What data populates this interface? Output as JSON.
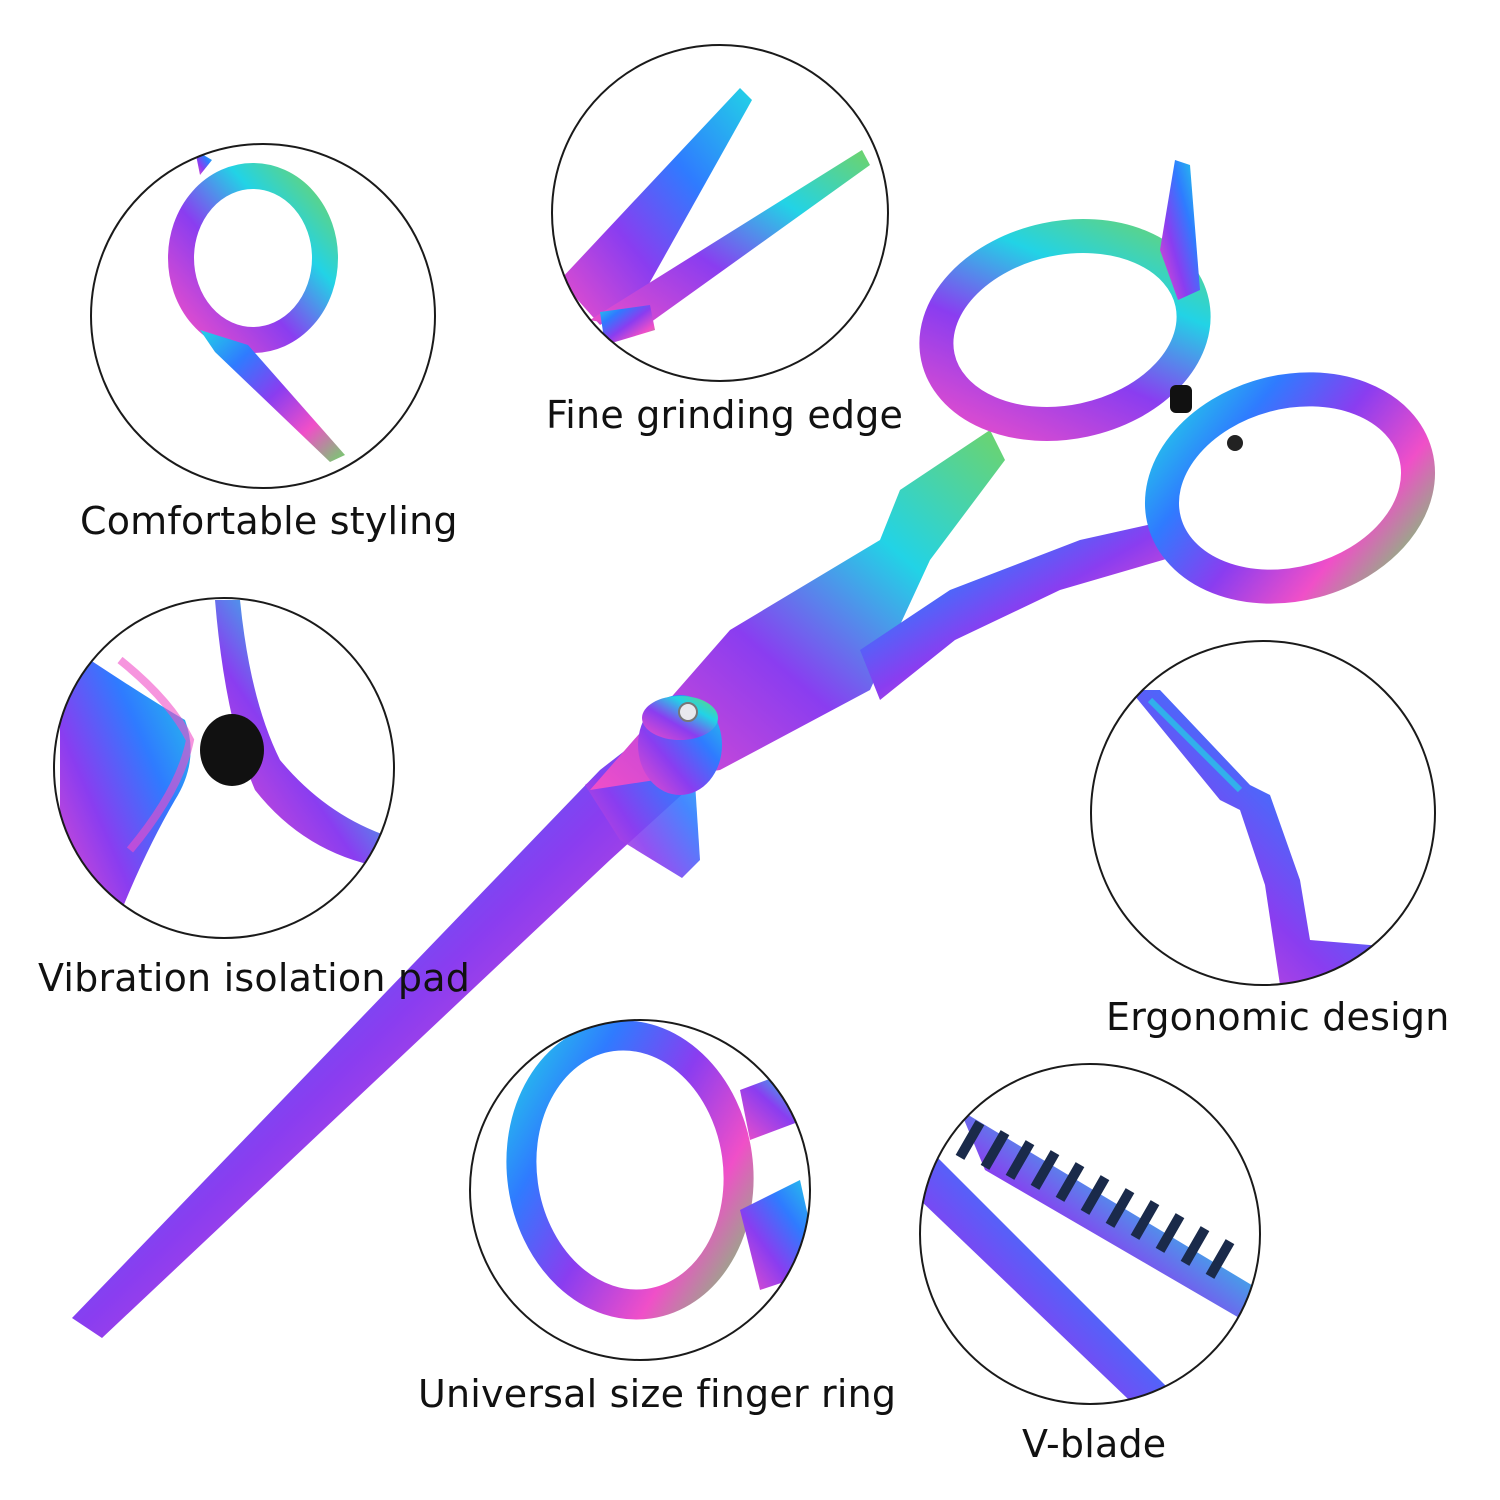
{
  "callouts": {
    "fine_grinding_edge": "Fine grinding edge",
    "comfortable_styling": "Comfortable styling",
    "vibration_isolation_pad": "Vibration isolation pad",
    "ergonomic_design": "Ergonomic design",
    "universal_size_finger_ring": "Universal size finger ring",
    "v_blade": "V-blade"
  },
  "colors": {
    "background": "#ffffff",
    "circle_stroke": "#1a1a1a",
    "text": "#111111",
    "finish_violet": "#8a3df0",
    "finish_blue": "#2f7bff",
    "finish_cyan": "#22d3e6",
    "finish_green": "#6fd36a",
    "finish_pink": "#f04fc8",
    "pad_black": "#111111"
  }
}
